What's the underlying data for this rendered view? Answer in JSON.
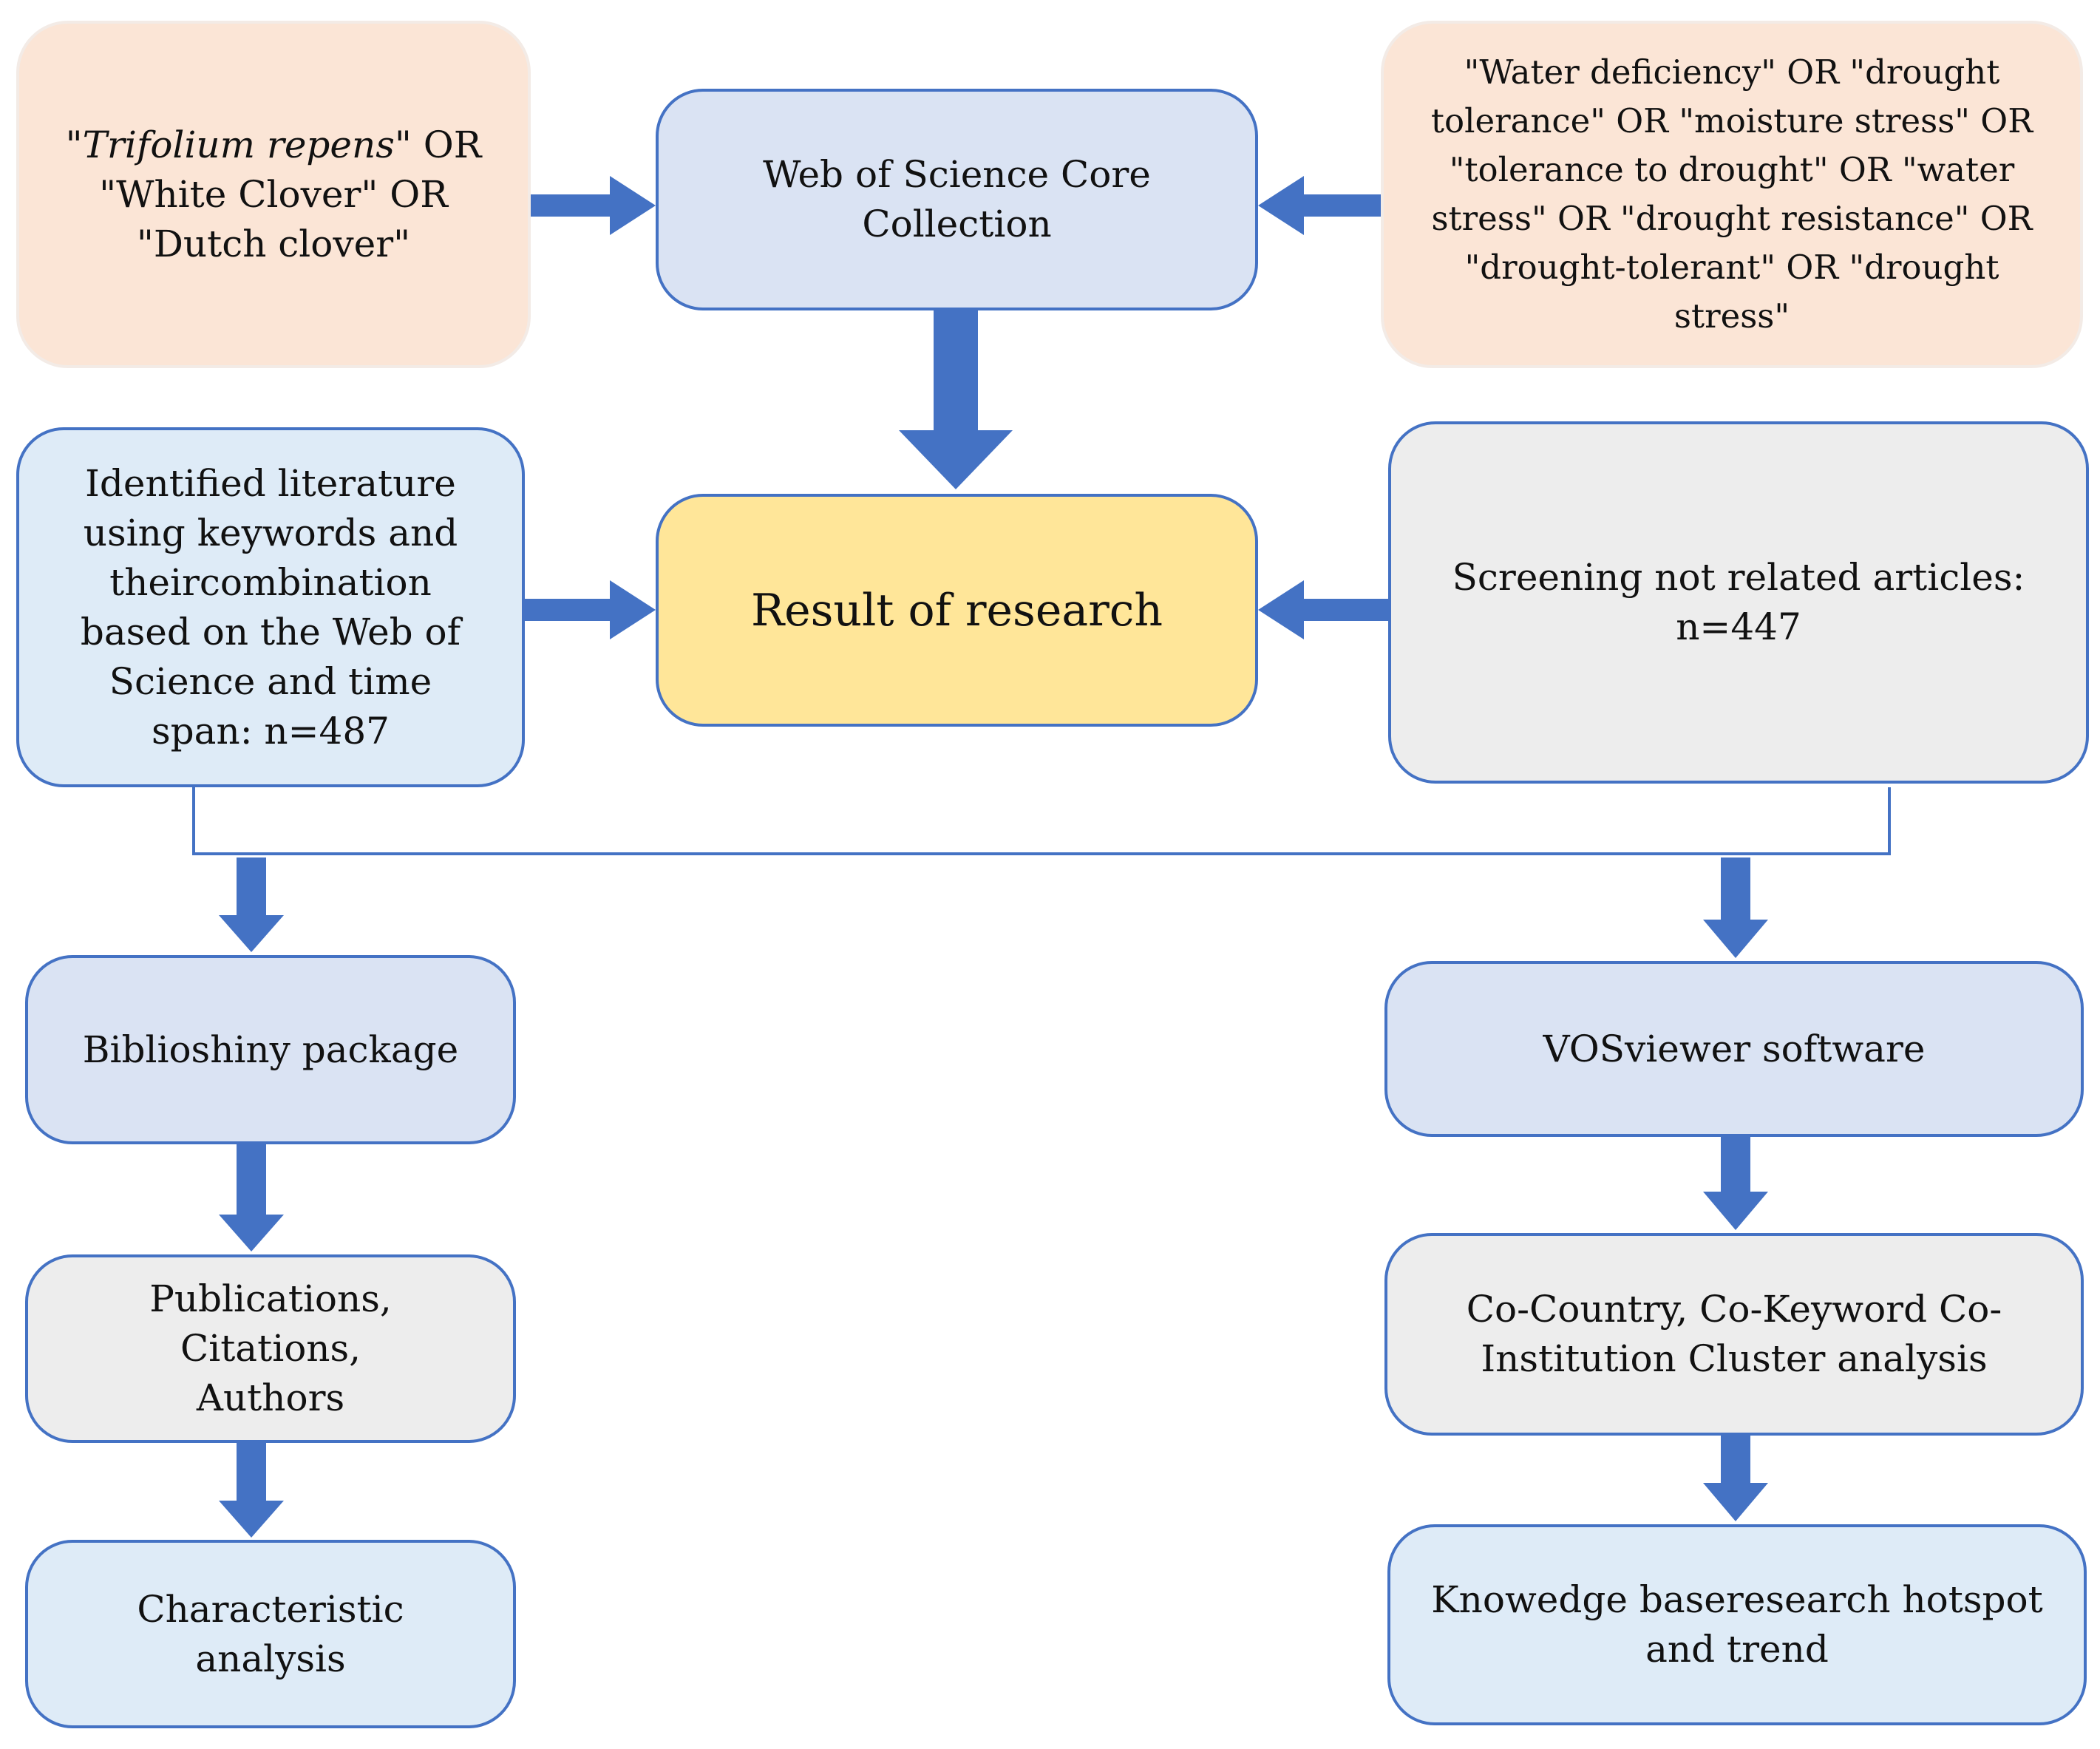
{
  "colors": {
    "arrow": "#4472c4",
    "border": "#4472c4",
    "peach": "#fbe5d6",
    "blue": "#dae3f3",
    "light_blue": "#deebf7",
    "yellow": "#ffe699",
    "grey": "#ededed"
  },
  "nodes": {
    "species_query": {
      "line1_pre": "\"",
      "line1_italic": "Trifolium repens",
      "line1_post": "\" OR",
      "rest": "\"White Clover\" OR\n\"Dutch clover\""
    },
    "database": "Web of Science Core\nCollection",
    "drought_query": "\"Water deficiency\" OR \"drought\ntolerance\" OR \"moisture stress\" OR\n\"tolerance to drought\" OR \"water\nstress\" OR \"drought resistance\" OR\n\"drought-tolerant\" OR \"drought\nstress\"",
    "identified": "Identified literature\nusing keywords and\ntheircombination\nbased on the Web of\nScience and time\nspan: n=487",
    "result": "Result of research",
    "screening": "Screening not related articles:\nn=447",
    "biblioshiny": "Biblioshiny package",
    "publications": "Publications, Citations,\nAuthors",
    "characteristic": "Characteristic\nanalysis",
    "vosviewer": "VOSviewer software",
    "cluster": "Co-Country, Co-Keyword Co-\nInstitution Cluster analysis",
    "knowledge": "Knowedge baseresearch hotspot\nand trend"
  }
}
